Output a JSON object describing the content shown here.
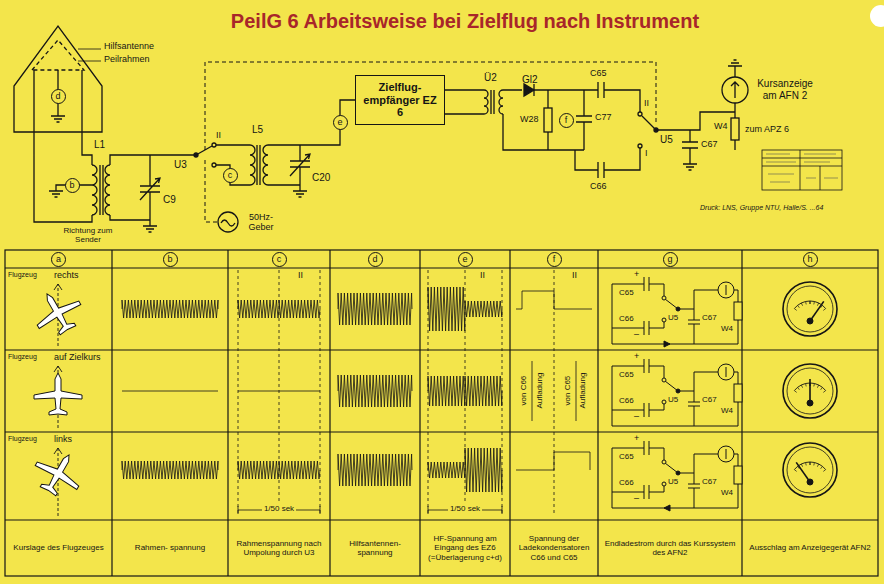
{
  "diagram": {
    "title": "PeilG 6 Arbeitsweise bei Zielflug nach Instrument",
    "nodes": [
      {
        "text": [
          "d"
        ]
      },
      {
        "text": [
          "b"
        ]
      },
      {
        "text": [
          "c"
        ]
      },
      {
        "text": [
          "e"
        ]
      },
      {
        "text": [
          "Zielflug- empfänger EZ 6"
        ]
      },
      {
        "text": [
          "f"
        ]
      },
      {
        "text": [
          "a"
        ]
      },
      {
        "text": [
          "b"
        ]
      },
      {
        "text": [
          "c"
        ]
      },
      {
        "text": [
          "d"
        ]
      },
      {
        "text": [
          "e"
        ]
      },
      {
        "text": [
          "f"
        ]
      },
      {
        "text": [
          "g"
        ]
      },
      {
        "text": [
          "h"
        ]
      }
    ],
    "labels": [
      "Hilfsantenne",
      "Peilrahmen",
      "L1",
      "C9",
      "U3",
      "II",
      "50Hz- Geber",
      "L5",
      "C20",
      "Ü2",
      "Gl2",
      "W28",
      "C77",
      "C65",
      "II",
      "U5",
      "I",
      "C66",
      "C67",
      "Kursanzeige am AFN 2",
      "W4",
      "zum APZ 6",
      "Druck: LNS, Gruppe NTU, Halle/S. ...64",
      "Richtung zum Sender",
      "Flugzeug",
      "rechts",
      "Flugzeug",
      "auf Zielkurs",
      "Flugzeug",
      "links",
      "II",
      "II",
      "II",
      "von C66",
      "Aufladung",
      "von C65",
      "Aufladung",
      "C65",
      "+",
      "C66",
      "–",
      "U5",
      "C67",
      "W4",
      "C65",
      "+",
      "C66",
      "–",
      "U5",
      "C67",
      "W4",
      "C65",
      "+",
      "C66",
      "–",
      "U5",
      "C67",
      "W4",
      "1/50 sek",
      "1/50 sek",
      "Kurslage des Flugzeuges",
      "Rahmen- spannung",
      "Rahmenspannung nach Umpolung durch U3",
      "Hilfsantennen- spannung",
      "HF-Spannung am Eingang des EZ6 (=Überlagerung c+d)",
      "Spannung der Ladekondensatoren C66 und C65",
      "Endladestrom durch das Kurssystem des AFN2",
      "Ausschlag am Anzeigegerät AFN2"
    ]
  }
}
